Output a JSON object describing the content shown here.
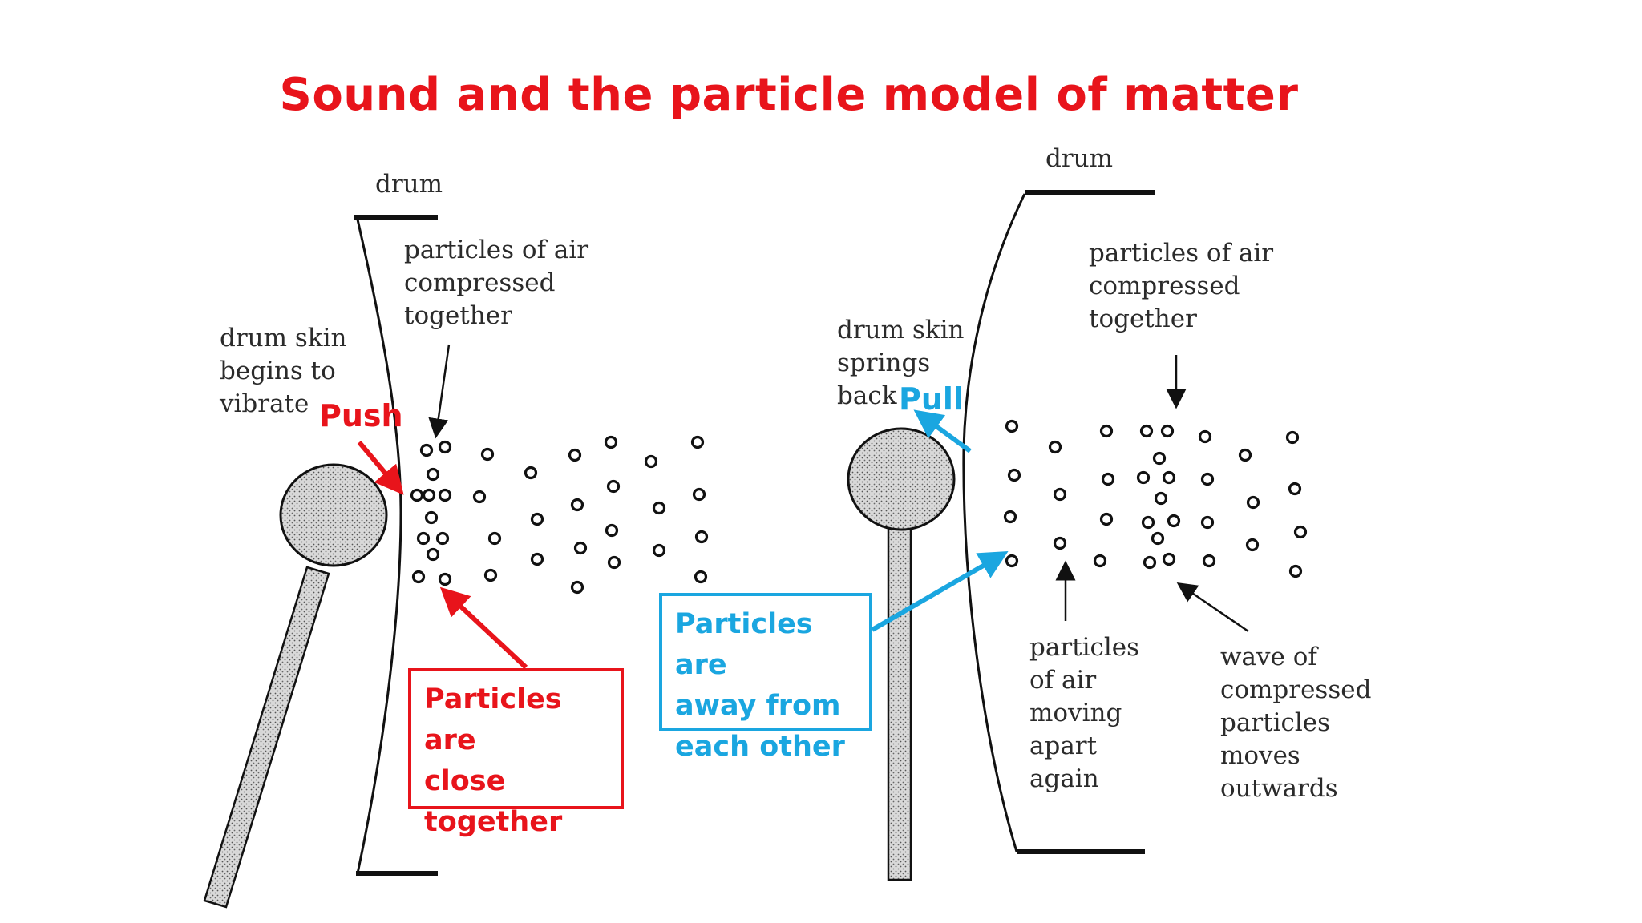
{
  "title": "Sound and the particle model of matter",
  "colors": {
    "red": "#e8141b",
    "blue": "#1aa6e0",
    "ink": "#111111"
  },
  "left_figure": {
    "drum_label": "drum",
    "drum_skin_label": "drum skin\nbegins to\nvibrate",
    "particles_label": "particles of air\ncompressed\ntogether",
    "push_label": "Push",
    "callout": "Particles are\nclose\ntogether"
  },
  "right_figure": {
    "drum_label": "drum",
    "drum_skin_label": "drum skin\nsprings\nback",
    "particles_label": "particles of air\ncompressed\ntogether",
    "pull_label": "Pull",
    "moving_label": "particles\nof air\nmoving\napart\nagain",
    "wave_label": "wave of\ncompressed\nparticles\nmoves\noutwards",
    "callout": "Particles are\naway from\neach other"
  }
}
